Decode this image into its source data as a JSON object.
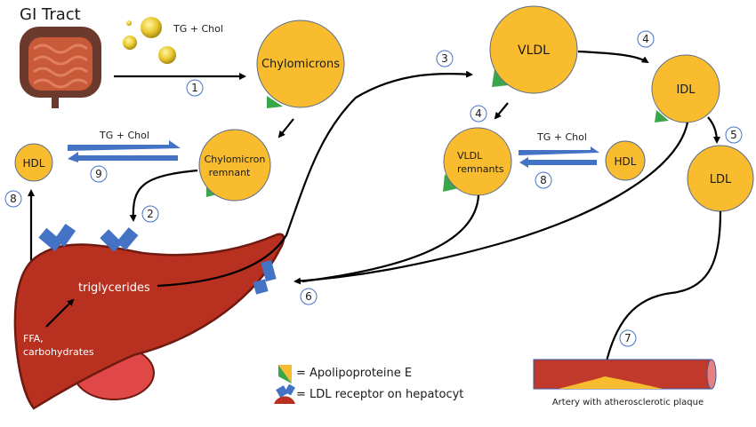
{
  "title": "GI Tract",
  "colors": {
    "lipoprotein": "#f9bc2e",
    "apoE": "#3aa64a",
    "receptor": "#4472c4",
    "liver": "#b8301f",
    "liver_outline": "#6e1a10",
    "gallbladder": "#e04848",
    "plaque": "#f9bc2e",
    "artery": "#c0392b"
  },
  "particles": {
    "chylomicrons": "Chylomicrons",
    "chylomicron_remnant_line1": "Chylomicron",
    "chylomicron_remnant_line2": "remnant",
    "vldl": "VLDL",
    "idl": "IDL",
    "ldl": "LDL",
    "vldl_remnants_line1": "VLDL",
    "vldl_remnants_line2": "remnants",
    "hdl_left": "HDL",
    "hdl_right": "HDL"
  },
  "labels": {
    "tg_chol_top": "TG + Chol",
    "tg_chol_left": "TG + Chol",
    "tg_chol_right": "TG + Chol",
    "triglycerides": "triglycerides",
    "ffa_line1": "FFA,",
    "ffa_line2": "carbohydrates",
    "artery_caption": "Artery with atherosclerotic plaque"
  },
  "steps": {
    "s1": "1",
    "s2": "2",
    "s3": "3",
    "s4a": "4",
    "s4b": "4",
    "s5": "5",
    "s6": "6",
    "s7": "7",
    "s8a": "8",
    "s8b": "8",
    "s9": "9"
  },
  "legend": {
    "apoe": "= Apolipoproteine E",
    "receptor": "= LDL receptor on hepatocyt"
  }
}
